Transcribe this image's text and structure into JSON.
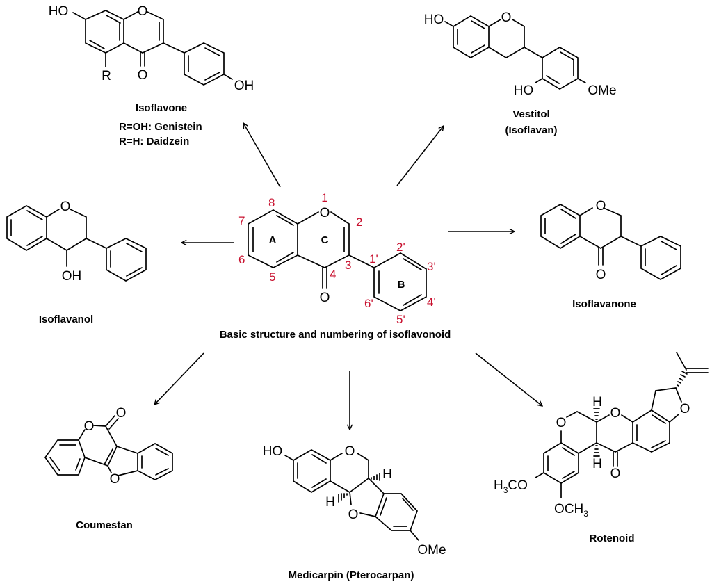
{
  "title": "Basic structure and numbering of isoflavonoid",
  "colors": {
    "numbering": "#c8102e",
    "ink": "#000000",
    "background": "#ffffff"
  },
  "core": {
    "caption": "Basic structure and numbering of isoflavonoid",
    "ring_labels": {
      "A": "A",
      "B": "B",
      "C": "C"
    },
    "numbering": {
      "n1": "1",
      "n2": "2",
      "n3": "3",
      "n4": "4",
      "n5": "5",
      "n6": "6",
      "n7": "7",
      "n8": "8",
      "n1p": "1'",
      "n2p": "2'",
      "n3p": "3'",
      "n4p": "4'",
      "n5p": "5'",
      "n6p": "6'"
    },
    "atoms": {
      "o1": "O",
      "o4": "O"
    }
  },
  "compounds": {
    "isoflavone": {
      "name": "Isoflavone",
      "variants": [
        "R=OH: Genistein",
        "R=H: Daidzein"
      ],
      "atoms": {
        "ho": "HO",
        "o1": "O",
        "o4": "O",
        "r": "R",
        "oh": "OH"
      }
    },
    "vestitol": {
      "name": "Vestitol",
      "class": "(Isoflavan)",
      "atoms": {
        "ho7": "HO",
        "o1": "O",
        "ho2p": "HO",
        "ome": "OMe"
      }
    },
    "isoflavanol": {
      "name": "Isoflavanol",
      "atoms": {
        "o1": "O",
        "oh": "OH"
      }
    },
    "isoflavanone": {
      "name": "Isoflavanone",
      "atoms": {
        "o1": "O",
        "o4": "O"
      }
    },
    "coumestan": {
      "name": "Coumestan",
      "atoms": {
        "o_ring": "O",
        "o_carbonyl": "O",
        "o_furan": "O"
      }
    },
    "medicarpin": {
      "name": "Medicarpin (Pterocarpan)",
      "atoms": {
        "ho": "HO",
        "o5": "O",
        "o11": "O",
        "h6a": "H",
        "h11a": "H",
        "ome": "OMe"
      }
    },
    "rotenoid": {
      "name": "Rotenoid",
      "atoms": {
        "o_ring1": "O",
        "o_ring2": "O",
        "o_furan": "O",
        "o_carbonyl": "O",
        "h_top": "H",
        "h_bottom": "H",
        "h3co_main": "H",
        "h3co_sub": "3",
        "h3co_tail": "CO",
        "och3_main": "OCH",
        "och3_sub": "3"
      }
    }
  },
  "arrows": [
    {
      "from": "core",
      "to": "isoflavone",
      "direction": "up-left"
    },
    {
      "from": "core",
      "to": "vestitol",
      "direction": "up-right"
    },
    {
      "from": "core",
      "to": "isoflavanol",
      "direction": "left"
    },
    {
      "from": "core",
      "to": "isoflavanone",
      "direction": "right"
    },
    {
      "from": "core",
      "to": "coumestan",
      "direction": "down-left"
    },
    {
      "from": "core",
      "to": "medicarpin",
      "direction": "down"
    },
    {
      "from": "core",
      "to": "rotenoid",
      "direction": "down-right"
    }
  ]
}
